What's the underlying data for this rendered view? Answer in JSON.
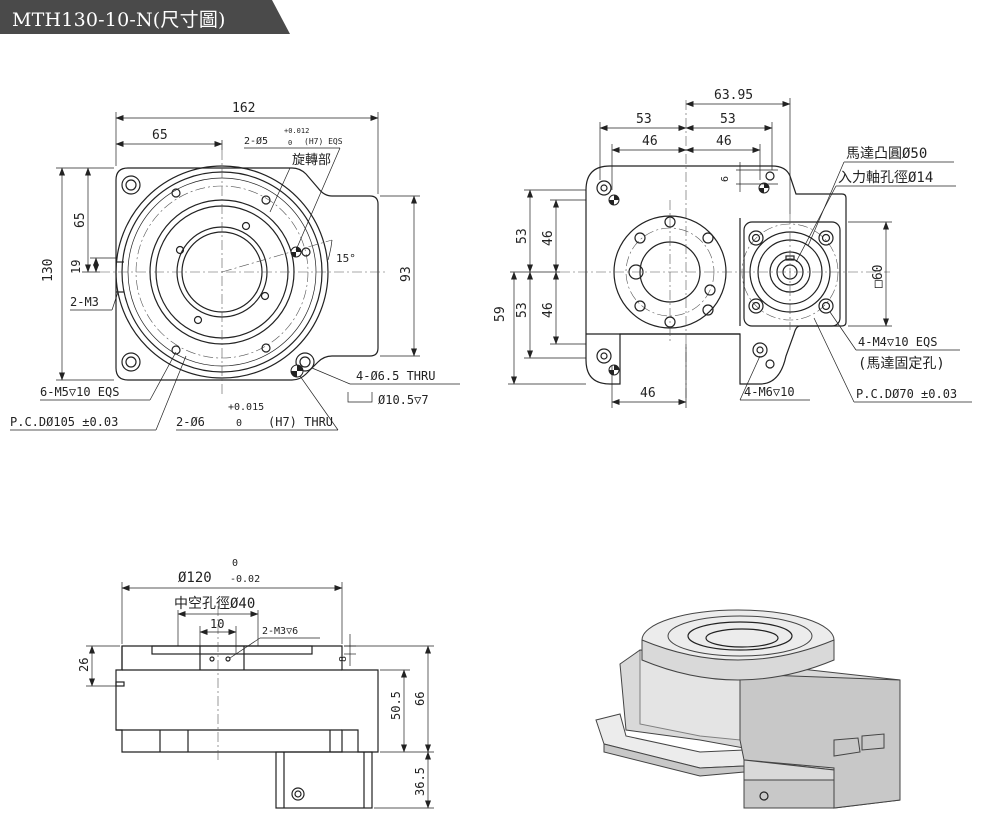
{
  "header": {
    "title": "MTH130-10-N(尺寸圖)",
    "bg_color": "#4a4a4a"
  },
  "top_view": {
    "dim_162": "162",
    "dim_65_top": "65",
    "dim_130": "130",
    "dim_65_left": "65",
    "dim_19": "19",
    "dim_93": "93",
    "angle_15": "15°",
    "hole_2phi5": "2-Ø5",
    "hole_2phi5_tol_upper": "+0.012",
    "hole_2phi5_tol_lower": "0",
    "hole_2phi5_fit": "(H7) EQS",
    "rotating_part": "旋轉部",
    "thread_2m3": "2-M3",
    "thread_6m5": "6-M5▽10 EQS",
    "pcd_105": "P.C.DØ105 ±0.03",
    "hole_2phi6": "2-Ø6",
    "hole_2phi6_tol_upper": "+0.015",
    "hole_2phi6_tol_lower": "0",
    "hole_2phi6_fit": "(H7) THRU",
    "hole_4phi65": "4-Ø6.5 THRU",
    "cbore_105": "Ø10.5▽7"
  },
  "bottom_view": {
    "dim_6395": "63.95",
    "dim_53_left": "53",
    "dim_53_right": "53",
    "dim_46_left": "46",
    "dim_46_right": "46",
    "dim_6": "6",
    "dim_53_v1": "53",
    "dim_46_v1": "46",
    "dim_59": "59",
    "dim_53_v2": "53",
    "dim_46_v2": "46",
    "dim_46_bottom": "46",
    "motor_boss": "馬達凸圓Ø50",
    "input_shaft": "入力軸孔徑Ø14",
    "square_60": "□60",
    "motor_screw": "4-M4▽10 EQS",
    "motor_fix_hole": "(馬達固定孔)",
    "thread_4m6": "4-M6▽10",
    "pcd_70": "P.C.DØ70 ±0.03"
  },
  "side_view": {
    "dim_120": "Ø120",
    "dim_120_tol_upper": "0",
    "dim_120_tol_lower": "-0.02",
    "hollow_bore": "中空孔徑Ø40",
    "dim_10": "10",
    "thread_2m3_6": "2-M3▽6",
    "dim_26": "26",
    "dim_8": "8",
    "dim_505": "50.5",
    "dim_66": "66",
    "dim_365": "36.5"
  }
}
